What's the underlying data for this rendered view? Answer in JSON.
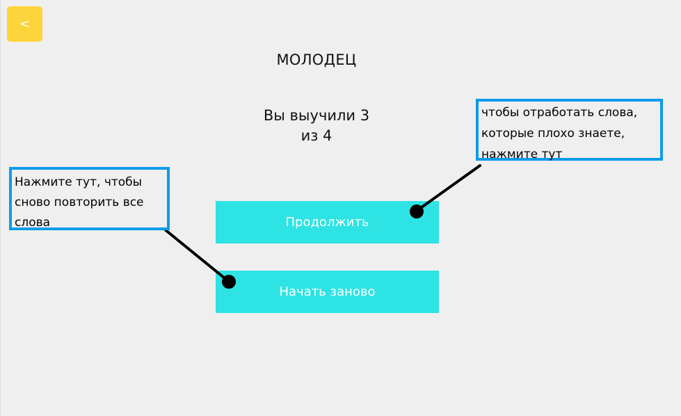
{
  "colors": {
    "background": "#f0eff0",
    "back_button": "#fcd43c",
    "primary_button": "#2ee3e3",
    "callout_border": "#0c9ceb",
    "pointer": "#000000"
  },
  "back_button": {
    "label": "<",
    "icon": "chevron-left-icon"
  },
  "title": "МОЛОДЕЦ",
  "result": {
    "line1": "Вы выучили 3",
    "line2": "из 4"
  },
  "buttons": {
    "continue_label": "Продолжить",
    "restart_label": "Начать заново"
  },
  "annotations": {
    "restart_hint": {
      "lines": [
        "Нажмите тут, чтобы",
        "сново повторить все",
        "слова"
      ]
    },
    "continue_hint": {
      "lines": [
        "чтобы отработать слова,",
        "которые плохо знаете,",
        "нажмите тут"
      ]
    }
  }
}
